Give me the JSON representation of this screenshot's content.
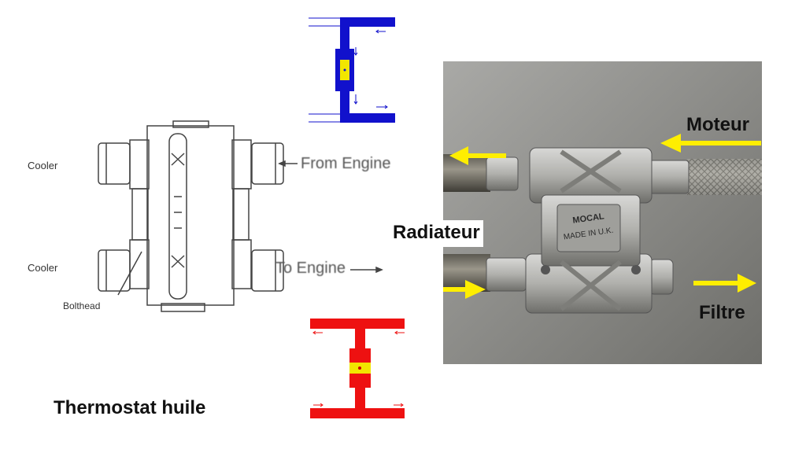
{
  "sketch": {
    "cooler_top": "Cooler",
    "cooler_bottom": "Cooler",
    "from_engine": "From Engine",
    "to_engine": "To Engine",
    "bolthead": "Bolthead"
  },
  "photo": {
    "moteur": "Moteur",
    "radiateur": "Radiateur",
    "filtre": "Filtre",
    "stamp_brand": "MOCAL",
    "stamp_origin": "MADE IN U.K."
  },
  "caption": "Thermostat huile",
  "colors": {
    "cold_diagram": "#1111cc",
    "hot_diagram": "#ee1111",
    "valve_core": "#f2e600",
    "arrow_yellow": "#ffee00"
  }
}
